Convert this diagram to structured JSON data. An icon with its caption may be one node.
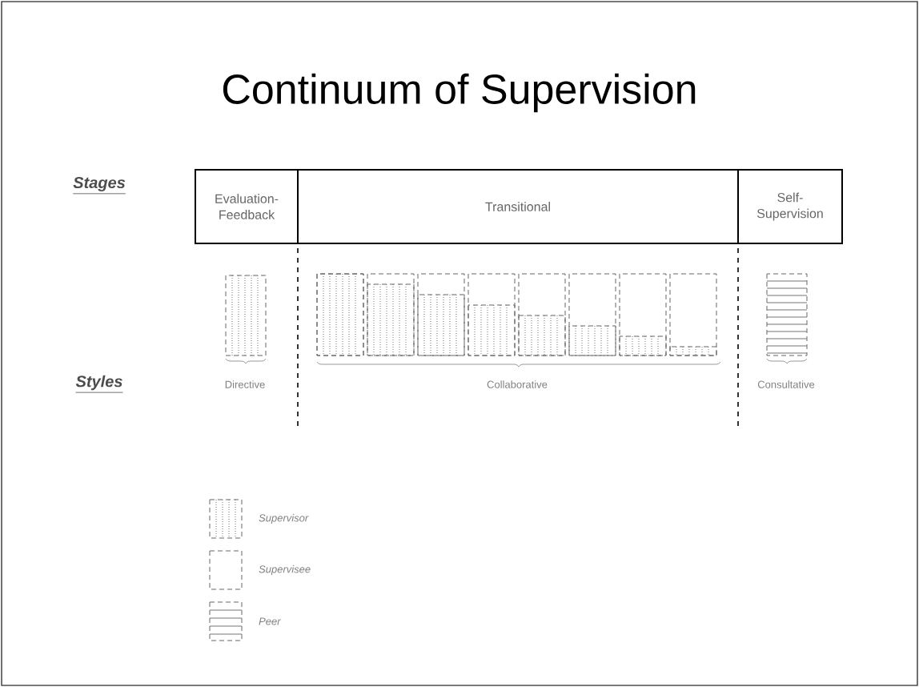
{
  "diagram": {
    "title": "Continuum of Supervision",
    "nodes": [
      {
        "text": [
          "Evaluation-Feedback"
        ]
      },
      {
        "text": [
          "Transitional"
        ]
      },
      {
        "text": [
          "Self-Supervision"
        ]
      }
    ],
    "labels": [
      "Stages",
      "Styles",
      "Directive",
      "Collaborative",
      "Consultative"
    ],
    "legend": [
      {
        "text": "Supervisor"
      },
      {
        "text": "Supervisee"
      },
      {
        "text": "Peer"
      }
    ]
  }
}
